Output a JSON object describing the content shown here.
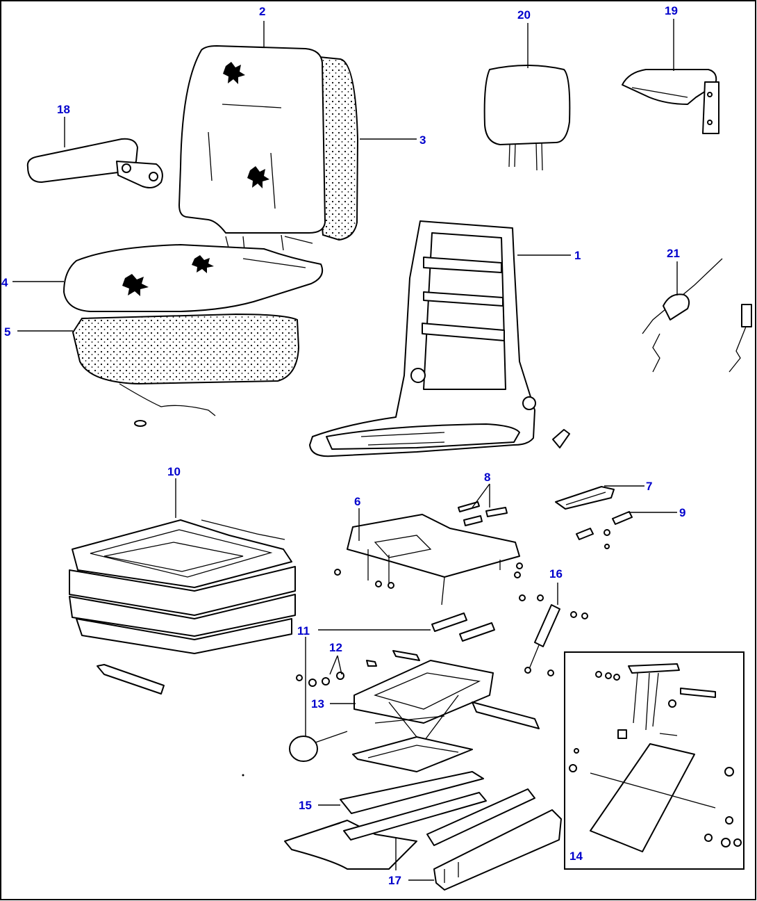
{
  "diagram": {
    "colors": {
      "label": "#0000cc",
      "line": "#000000",
      "background": "#ffffff"
    },
    "labels": [
      "1",
      "2",
      "3",
      "4",
      "5",
      "6",
      "7",
      "8",
      "9",
      "10",
      "11",
      "12",
      "13",
      "14",
      "15",
      "16",
      "17",
      "18",
      "19",
      "20",
      "21"
    ]
  }
}
